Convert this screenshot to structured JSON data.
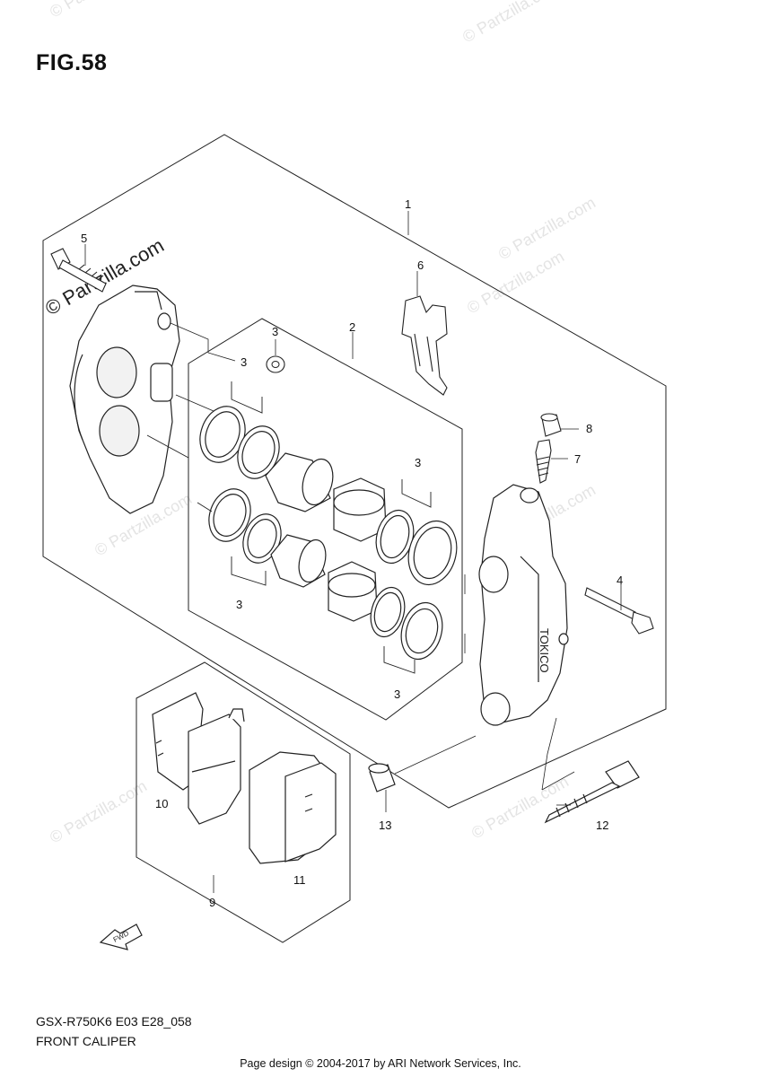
{
  "figure": {
    "title": "FIG.58",
    "model_code": "GSX-R750K6 E03 E28_058",
    "section_name": "FRONT CALIPER"
  },
  "footer": {
    "page_design": "Page design © 2004-2017 by ARI Network Services, Inc."
  },
  "watermark": {
    "text": "© Partzilla.com"
  },
  "callouts": [
    {
      "id": "callout-1",
      "label": "1"
    },
    {
      "id": "callout-2",
      "label": "2"
    },
    {
      "id": "callout-3a",
      "label": "3"
    },
    {
      "id": "callout-3b",
      "label": "3"
    },
    {
      "id": "callout-3c",
      "label": "3"
    },
    {
      "id": "callout-3d",
      "label": "3"
    },
    {
      "id": "callout-3e",
      "label": "3"
    },
    {
      "id": "callout-4",
      "label": "4"
    },
    {
      "id": "callout-5",
      "label": "5"
    },
    {
      "id": "callout-6",
      "label": "6"
    },
    {
      "id": "callout-7",
      "label": "7"
    },
    {
      "id": "callout-8",
      "label": "8"
    },
    {
      "id": "callout-9",
      "label": "9"
    },
    {
      "id": "callout-10",
      "label": "10"
    },
    {
      "id": "callout-11",
      "label": "11"
    },
    {
      "id": "callout-12",
      "label": "12"
    },
    {
      "id": "callout-13",
      "label": "13"
    }
  ],
  "caliper_marking": "TOKICO",
  "arrow_label": "FWD"
}
